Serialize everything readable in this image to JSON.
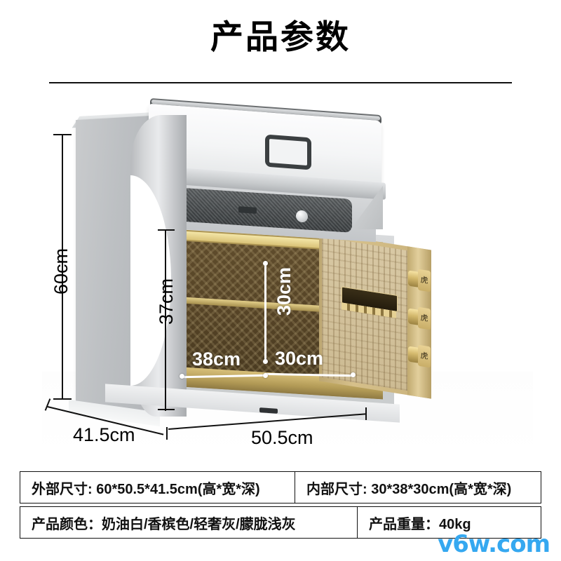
{
  "header": {
    "title": "产品参数"
  },
  "product": {
    "type": "safe-box",
    "icons": {
      "fingerprint": "fingerprint-icon",
      "speaker": "speaker-grille-icon",
      "drawer_handle": "drawer-handle-icon",
      "knob": "round-knob-icon",
      "bolt_glyph": "虎"
    }
  },
  "dimensions": {
    "exterior_height": "60cm",
    "interior_depth_side": "37cm",
    "interior_height": "30cm",
    "interior_width": "38cm",
    "interior_depth": "30cm",
    "exterior_depth": "41.5cm",
    "exterior_width": "50.5cm"
  },
  "spec_table": {
    "rows": [
      {
        "left": "外部尺寸: 60*50.5*41.5cm(高*宽*深)",
        "right": "内部尺寸: 30*38*30cm(高*宽*深)"
      },
      {
        "left": "产品颜色：奶油白/香槟色/轻奢灰/朦胧浅灰",
        "right": "产品重量：40kg"
      }
    ]
  },
  "watermark": {
    "text": "v6w.com",
    "color": "#35a8f0"
  },
  "colors": {
    "background": "#ffffff",
    "text": "#111111",
    "body_grey": "#c2c5c8",
    "gold": "#cdbb93",
    "interior_brown": "#554326",
    "accent_teal": "#5fd3de"
  }
}
